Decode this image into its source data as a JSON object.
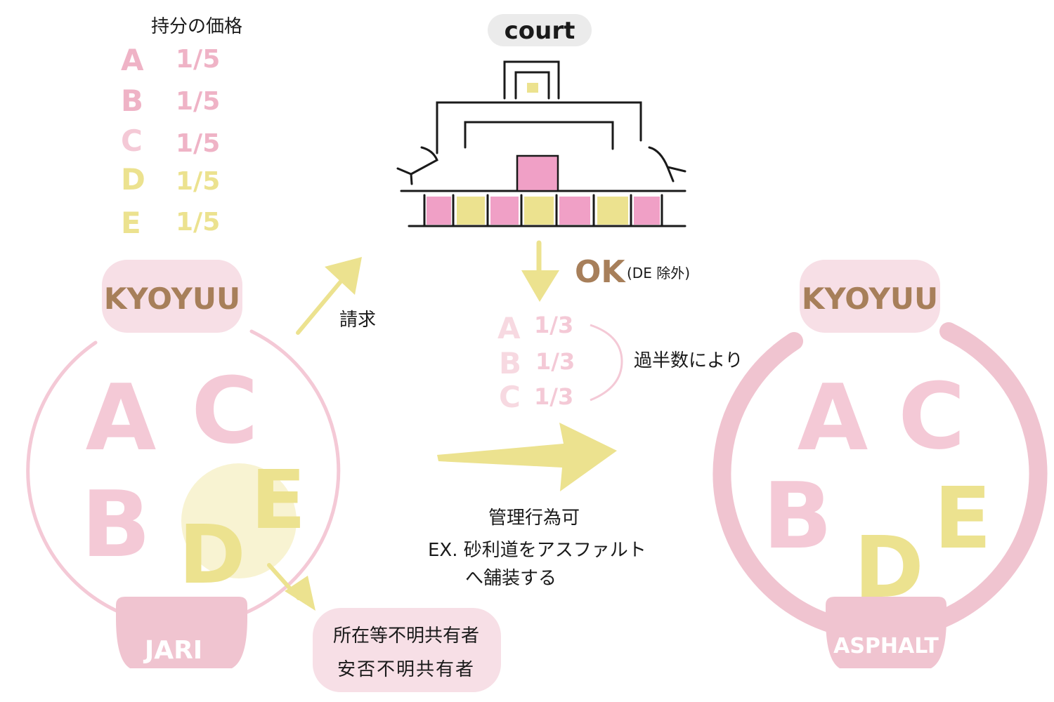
{
  "colors": {
    "pink": "#efb3c6",
    "pink_light": "#f7d9e1",
    "pink_strong": "#f0a0c6",
    "yellow": "#ece28f",
    "yellow_light": "#f8f3d2",
    "brown": "#a77f5a",
    "ink": "#1a1a1a"
  },
  "shares": {
    "title": "持分の価格",
    "rows": [
      {
        "owner": "A",
        "value": "1/5"
      },
      {
        "owner": "B",
        "value": "1/5"
      },
      {
        "owner": "C",
        "value": "1/5"
      },
      {
        "owner": "D",
        "value": "1/5"
      },
      {
        "owner": "E",
        "value": "1/5"
      }
    ]
  },
  "court": {
    "label": "court"
  },
  "left_group": {
    "label": "KYOYUU",
    "base_label": "JARI",
    "letters": [
      "A",
      "C",
      "B",
      "D",
      "E"
    ]
  },
  "request_label": "請求",
  "approval": {
    "ok": "OK",
    "note": "(DE 除外)"
  },
  "new_shares": {
    "rows": [
      {
        "owner": "A",
        "value": "1/3"
      },
      {
        "owner": "B",
        "value": "1/3"
      },
      {
        "owner": "C",
        "value": "1/3"
      }
    ],
    "note": "過半数により"
  },
  "action": {
    "line1": "管理行為可",
    "line2": "EX. 砂利道をアスファルト",
    "line3": "へ舗装する"
  },
  "unknown_owners": {
    "line1": "所在等不明共有者",
    "line2": "安否不明共有者"
  },
  "right_group": {
    "label": "KYOYUU",
    "base_label": "ASPHALT",
    "letters": [
      "A",
      "C",
      "B",
      "D",
      "E"
    ]
  }
}
